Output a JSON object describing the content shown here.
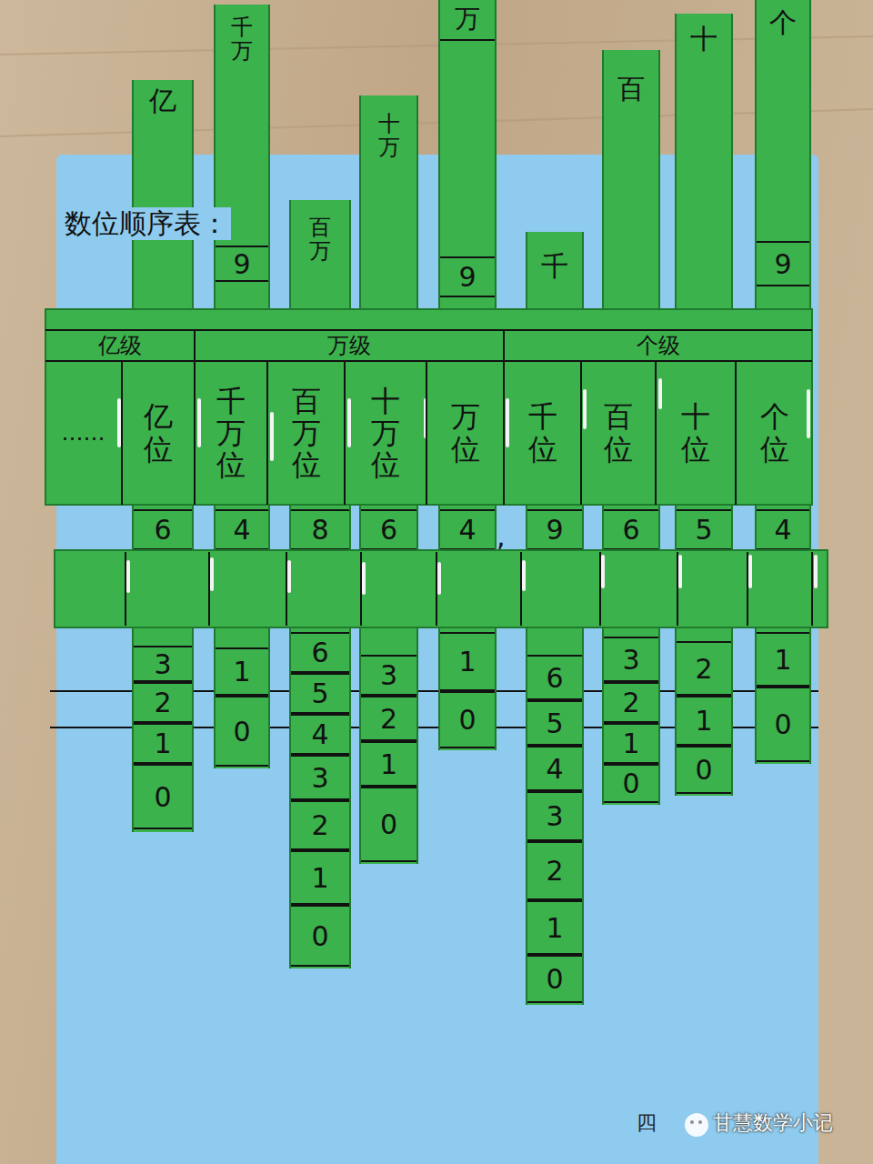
{
  "diagram": {
    "title": "数位顺序表：",
    "nodes": [
      {
        "text": [
          "亿",
          "6",
          "3",
          "2",
          "1",
          "0"
        ]
      },
      {
        "text": [
          "千万",
          "9",
          "4",
          "1",
          "0"
        ]
      },
      {
        "text": [
          "百万",
          "8",
          "6",
          "5",
          "4",
          "3",
          "2",
          "1",
          "0"
        ]
      },
      {
        "text": [
          "十万",
          "6",
          "3",
          "2",
          "1",
          "0"
        ]
      },
      {
        "text": [
          "万",
          "9",
          "4",
          "1",
          "0"
        ]
      },
      {
        "text": [
          "千",
          "9",
          "6",
          "5",
          "4",
          "3",
          "2",
          "1",
          "0"
        ]
      },
      {
        "text": [
          "百",
          "6",
          "3",
          "2",
          "1",
          "0"
        ]
      },
      {
        "text": [
          "十",
          "5",
          "2",
          "1",
          "0"
        ]
      },
      {
        "text": [
          "个",
          "9",
          "4",
          "1",
          "0"
        ]
      },
      {
        "text": [
          "亿级"
        ]
      },
      {
        "text": [
          "万级"
        ]
      },
      {
        "text": [
          "个级"
        ]
      },
      {
        "text": [
          "……"
        ]
      },
      {
        "text": [
          "亿位"
        ]
      },
      {
        "text": [
          "千万位"
        ]
      },
      {
        "text": [
          "百万位"
        ]
      },
      {
        "text": [
          "十万位"
        ]
      },
      {
        "text": [
          "万位"
        ]
      },
      {
        "text": [
          "千位"
        ]
      },
      {
        "text": [
          "百位"
        ]
      },
      {
        "text": [
          "十位"
        ]
      },
      {
        "text": [
          "个位"
        ]
      }
    ],
    "labels": [
      ",",
      "四",
      "甘慧数学小记"
    ]
  }
}
